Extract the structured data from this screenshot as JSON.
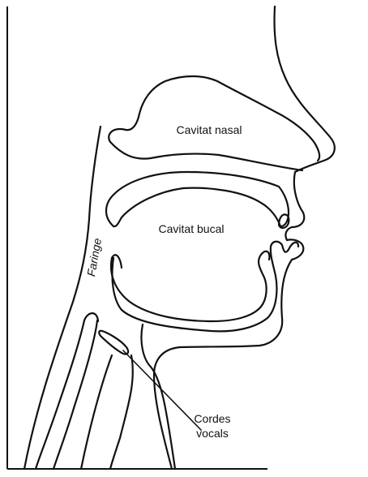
{
  "labels": {
    "nasal_cavity": "Cavitat nasal",
    "oral_cavity": "Cavitat bucal",
    "pharynx": "Faringe",
    "vocal_cords_line1": "Cordes",
    "vocal_cords_line2": "vocals"
  },
  "colors": {
    "ink": "#111111",
    "paper": "#ffffff"
  }
}
